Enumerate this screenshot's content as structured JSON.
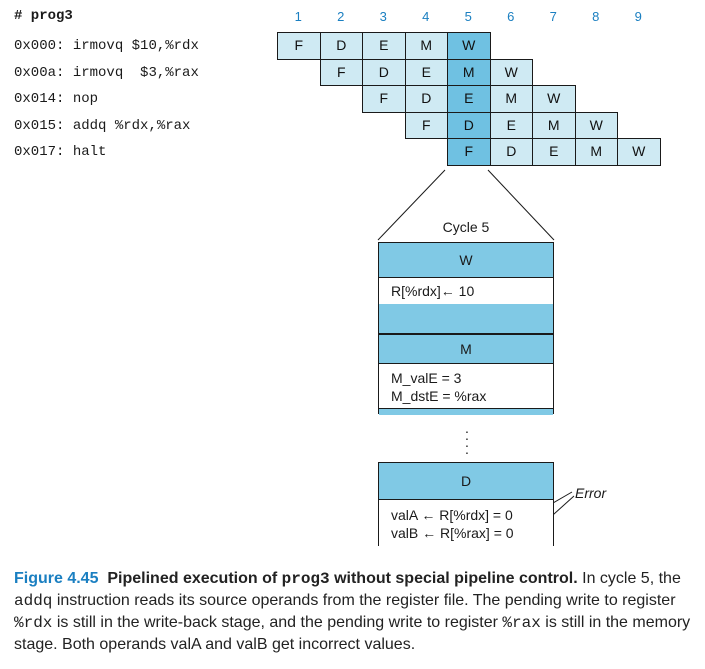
{
  "program": {
    "title": "# prog3",
    "lines": [
      {
        "addr": "0x000:",
        "instr": "irmovq $10,%rdx"
      },
      {
        "addr": "0x00a:",
        "instr": "irmovq  $3,%rax"
      },
      {
        "addr": "0x014:",
        "instr": "nop"
      },
      {
        "addr": "0x015:",
        "instr": "addq %rdx,%rax"
      },
      {
        "addr": "0x017:",
        "instr": "halt"
      }
    ]
  },
  "pipeline": {
    "cycles": [
      "1",
      "2",
      "3",
      "4",
      "5",
      "6",
      "7",
      "8",
      "9"
    ],
    "stages": [
      "F",
      "D",
      "E",
      "M",
      "W"
    ],
    "highlight_cycle": "5",
    "colors": {
      "cell": "#cfeaf3",
      "highlight": "#6fc1e2",
      "cycle_number": "#1a7fc1"
    }
  },
  "detail": {
    "title": "Cycle 5",
    "w_stage": {
      "label": "W",
      "content": "R[%rdx]← 10"
    },
    "m_stage": {
      "label": "M",
      "line1": "M_valE = 3",
      "line2": "M_dstE = %rax"
    },
    "d_stage": {
      "label": "D",
      "line1": "valA ← R[%rdx] = 0",
      "line2": "valB ← R[%rax] = 0"
    },
    "error_label": "Error"
  },
  "caption": {
    "label": "Figure 4.45",
    "title_pre": "Pipelined execution of ",
    "title_code": "prog3",
    "title_post": " without special pipeline control.",
    "text_1": " In cycle 5, the ",
    "code_1": "addq",
    "text_2": " instruction reads its source operands from the register file. The pending write to register ",
    "code_2": "%rdx",
    "text_3": " is still in the write-back stage, and the pending write to register ",
    "code_3": "%rax",
    "text_4": " is still in the memory stage. Both operands valA and valB get incorrect values."
  }
}
